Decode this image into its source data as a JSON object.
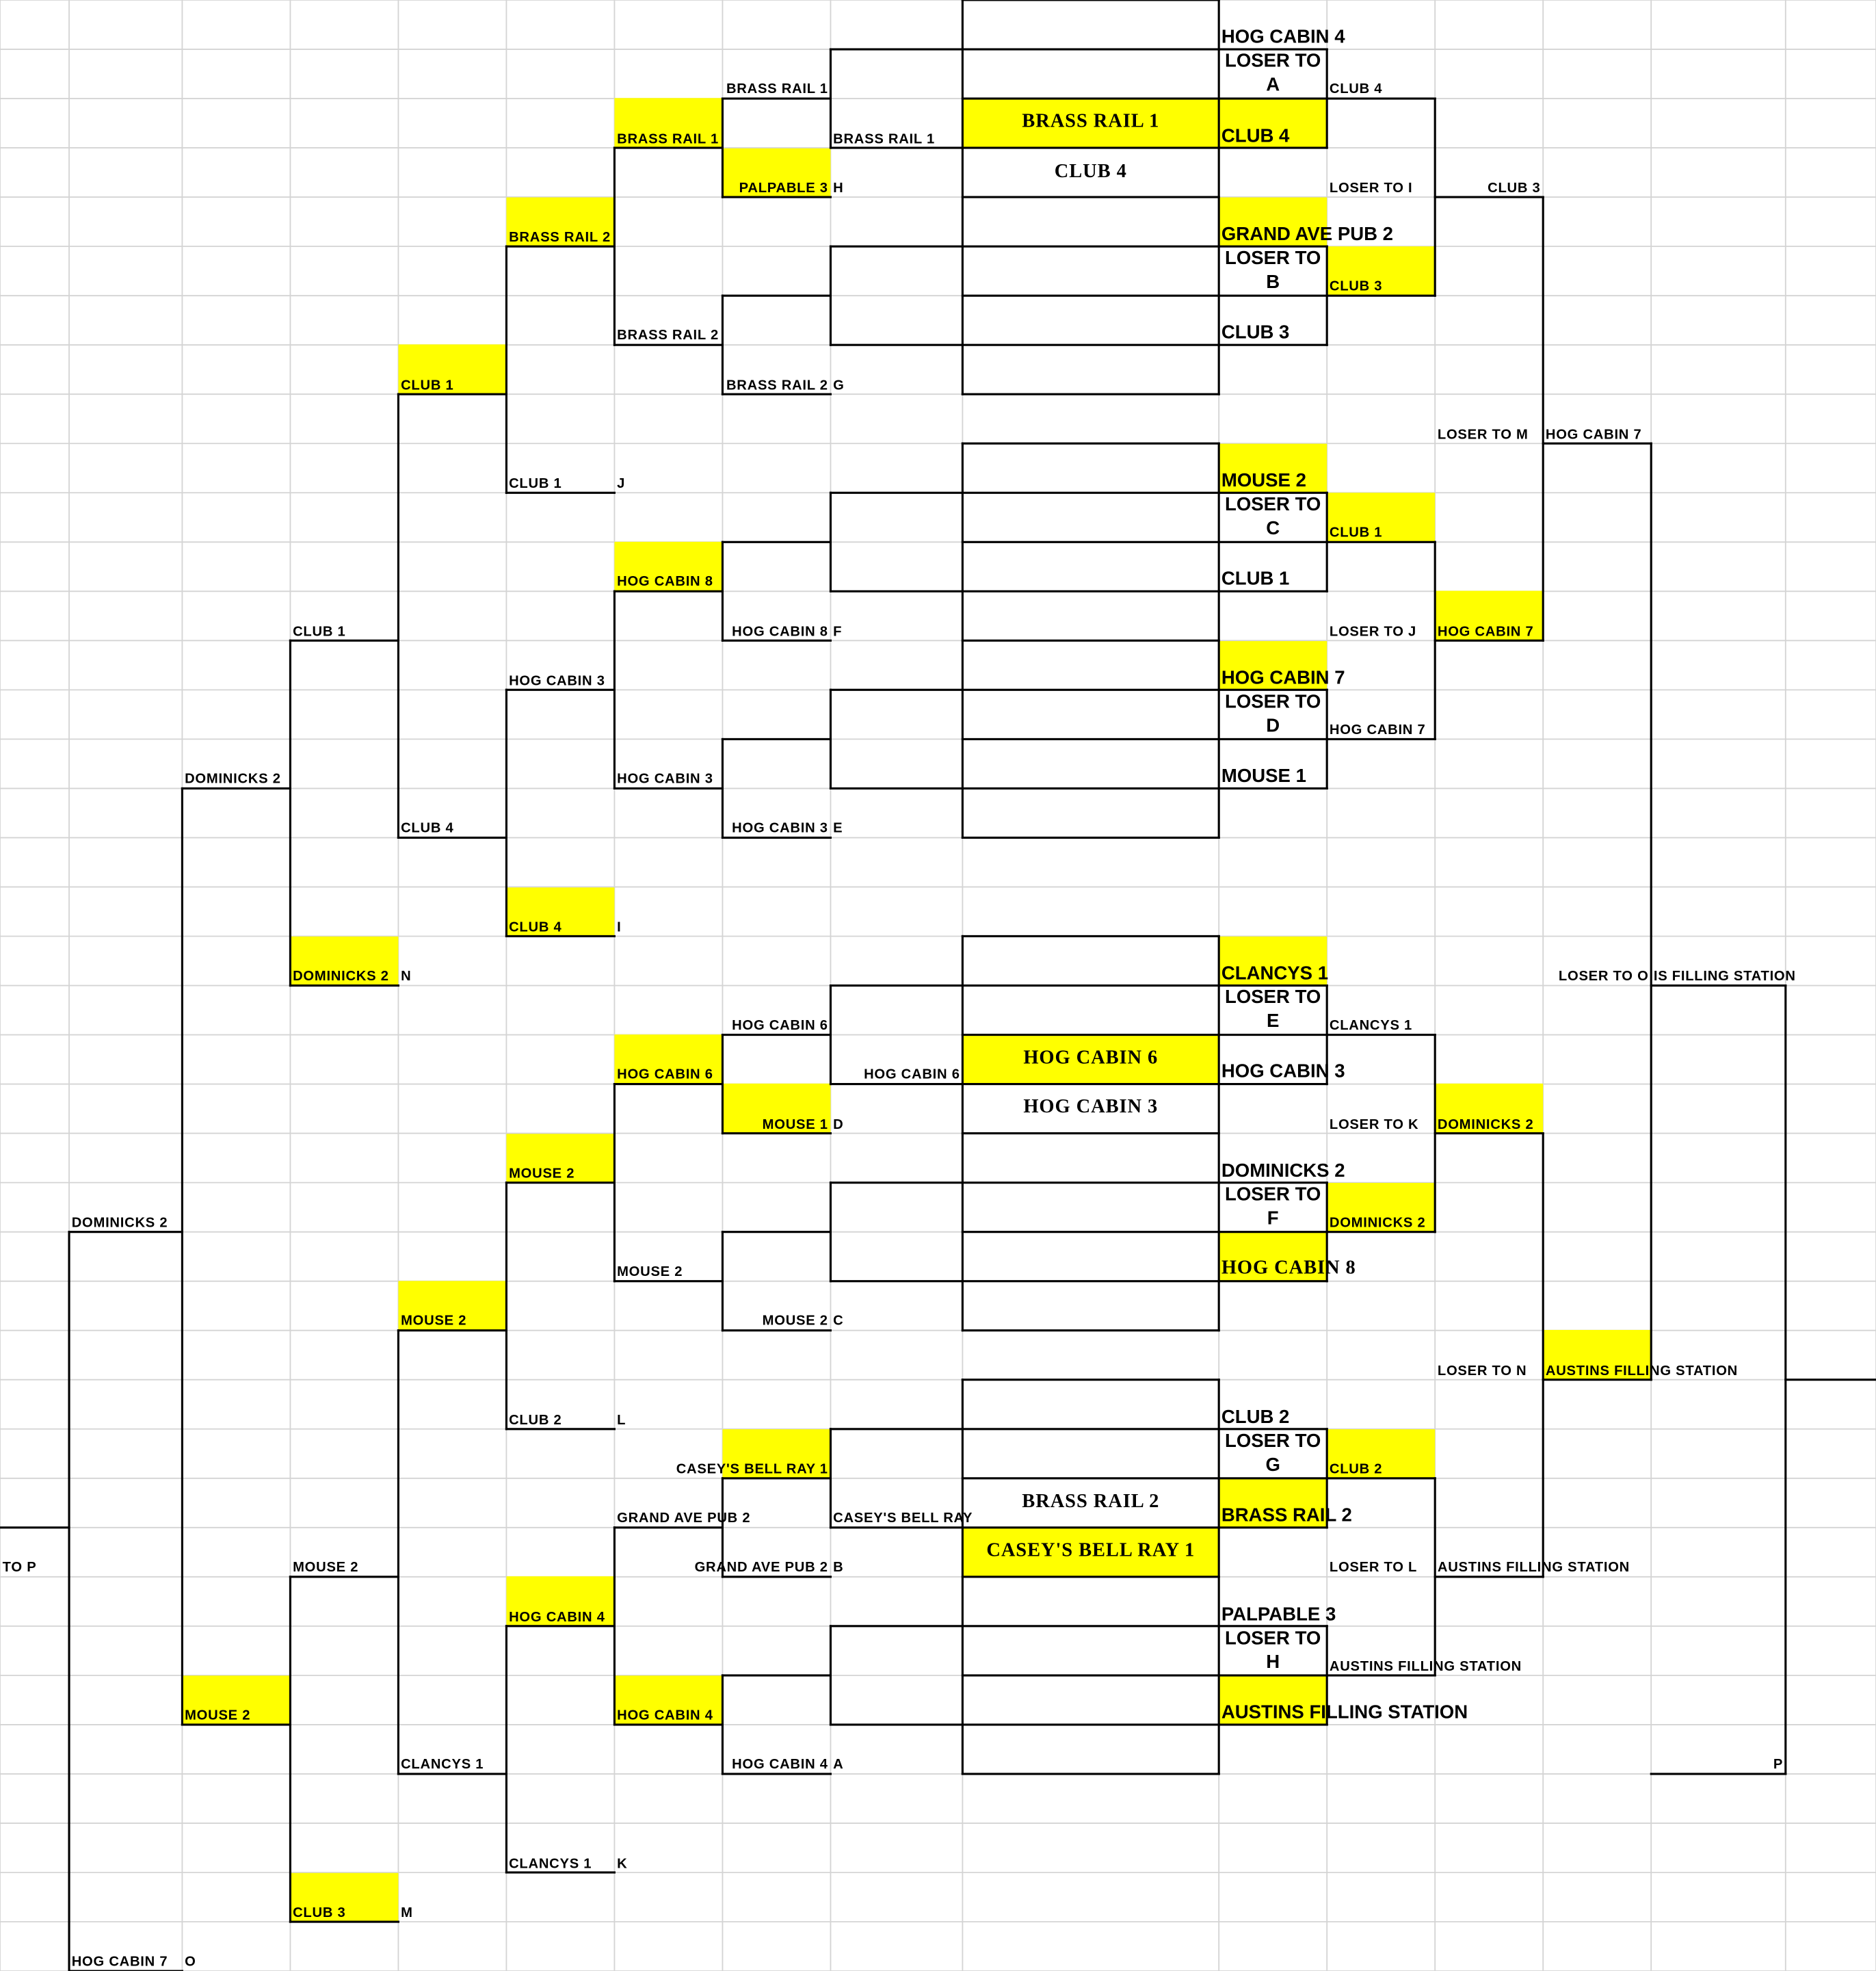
{
  "bracket_cells": [
    "HOG CABIN 7",
    "O",
    "TO P",
    "DOMINICKS 2",
    "DOMINICKS 2",
    "MOUSE 2",
    "CLUB 1",
    "DOMINICKS 2",
    "N",
    "MOUSE 2",
    "CLUB 3",
    "M",
    "CLUB 1",
    "CLUB 4",
    "MOUSE 2",
    "CLANCYS 1",
    "BRASS RAIL 2",
    "CLUB 1",
    "J",
    "HOG CABIN 3",
    "CLUB 4",
    "I",
    "MOUSE 2",
    "CLUB 2",
    "L",
    "HOG CABIN 4",
    "CLANCYS 1",
    "K",
    "BRASS RAIL 1",
    "BRASS RAIL 2",
    "HOG CABIN 8",
    "HOG CABIN 3",
    "HOG CABIN 6",
    "MOUSE 2",
    "GRAND AVE PUB 2",
    "HOG CABIN 4",
    "BRASS RAIL 1",
    "PALPABLE 3",
    "H",
    "BRASS RAIL 2",
    "G",
    "HOG CABIN 8",
    "F",
    "HOG CABIN 3",
    "E",
    "HOG CABIN 6",
    "MOUSE 1",
    "D",
    "MOUSE 2",
    "C",
    "CASEY'S BELL RAY 1",
    "GRAND AVE PUB 2",
    "B",
    "HOG CABIN 4",
    "A",
    "BRASS RAIL 1",
    "HOG CABIN 6",
    "CASEY'S BELL RAY",
    "BRASS RAIL 1",
    "CLUB 4",
    "HOG CABIN 6",
    "HOG CABIN 3",
    "BRASS RAIL 2",
    "CASEY'S BELL RAY 1",
    "HOG CABIN 4",
    "LOSER TO A",
    "CLUB 4",
    "GRAND AVE PUB 2",
    "LOSER TO B",
    "CLUB 3",
    "MOUSE 2",
    "LOSER TO C",
    "CLUB 1",
    "HOG CABIN 7",
    "LOSER TO D",
    "MOUSE 1",
    "CLANCYS 1",
    "LOSER TO E",
    "HOG CABIN 3",
    "DOMINICKS 2",
    "LOSER TO F",
    "HOG CABIN 8",
    "CLUB 2",
    "LOSER TO G",
    "BRASS RAIL 2",
    "PALPABLE 3",
    "LOSER TO H",
    "AUSTINS FILLING STATION",
    "CLUB 4",
    "LOSER TO I",
    "CLUB 3",
    "CLUB 1",
    "LOSER TO J",
    "HOG CABIN 7",
    "CLANCYS 1",
    "LOSER TO K",
    "DOMINICKS 2",
    "CLUB 2",
    "LOSER TO L",
    "AUSTINS FILLING STATION",
    "CLUB 3",
    "LOSER TO M",
    "HOG CABIN 7",
    "DOMINICKS 2",
    "LOSER TO N",
    "AUSTINS FILLING STATION",
    "HOG CABIN 7",
    "LOSER TO O",
    "AUSTINS FILLING STATION",
    "IS FILLING STATION",
    "P"
  ],
  "colors": {
    "highlight": "#ffff00",
    "line": "#000000",
    "grid": "#d4d4d4"
  }
}
